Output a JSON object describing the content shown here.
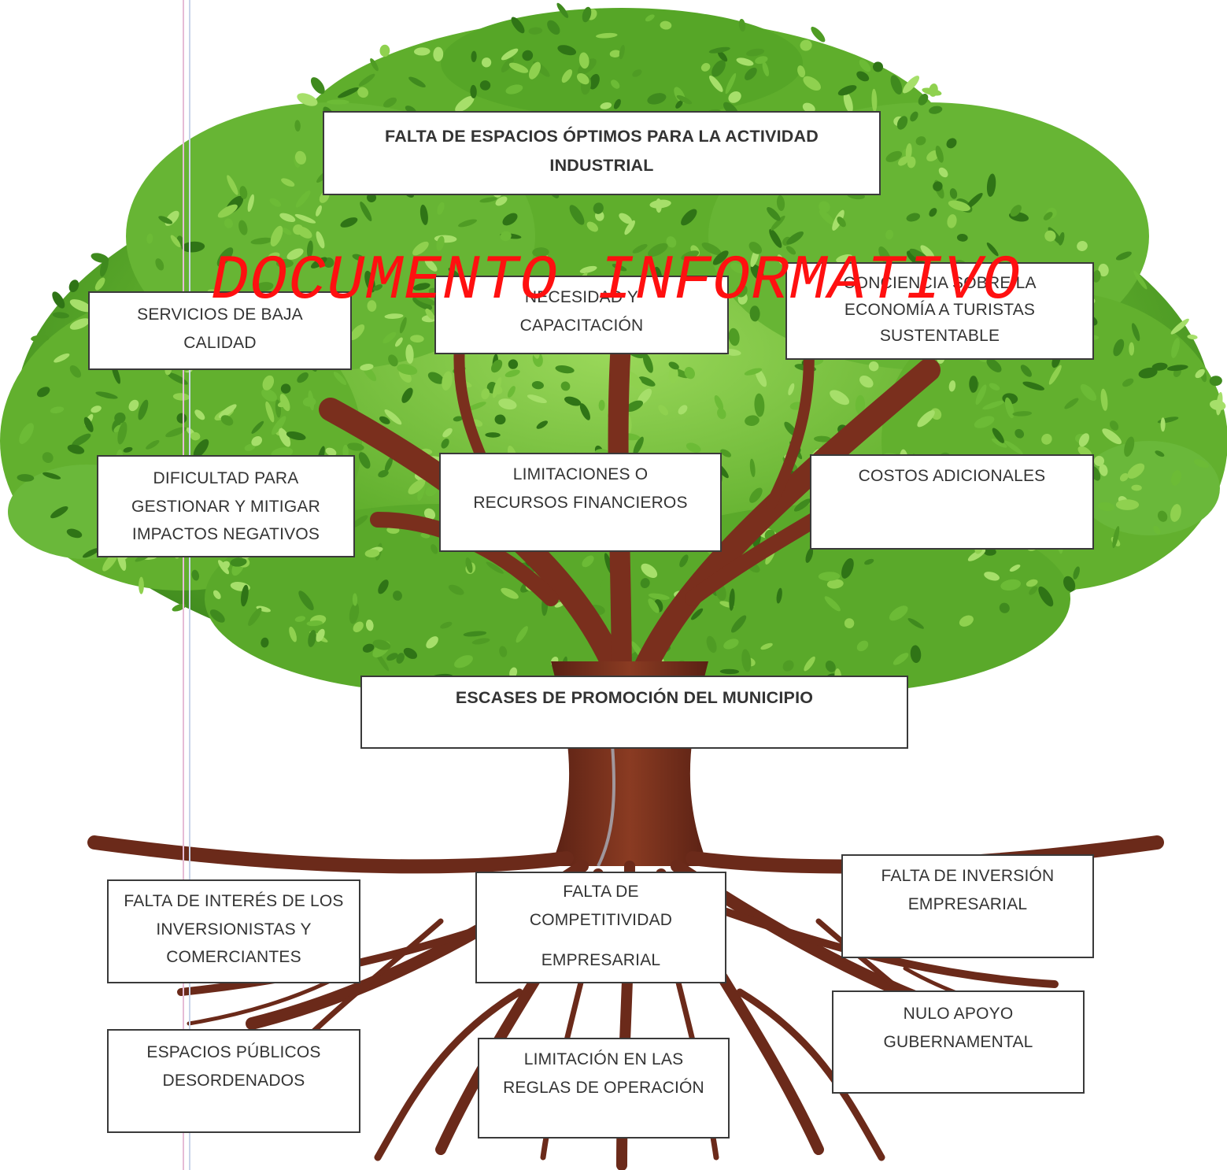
{
  "diagram": {
    "effect_top": [
      "FALTA DE ESPACIOS ÓPTIMOS PARA LA ACTIVIDAD",
      "INDUSTRIAL"
    ],
    "effects": {
      "servicios": [
        "SERVICIOS DE BAJA",
        "CALIDAD"
      ],
      "necesidad": [
        "NECESIDAD Y",
        "CAPACITACIÓN"
      ],
      "conciencia": [
        "CONCIENCIA SOBRE LA",
        "ECONOMÍA A TURISTAS",
        "SUSTENTABLE"
      ],
      "dificultad": [
        "DIFICULTAD PARA",
        "GESTIONAR Y MITIGAR",
        "IMPACTOS NEGATIVOS"
      ],
      "limitaciones": [
        "LIMITACIONES O",
        "RECURSOS FINANCIEROS"
      ],
      "costos": [
        "COSTOS ADICIONALES"
      ]
    },
    "central_problem": [
      "ESCASES DE PROMOCIÓN DEL MUNICIPIO"
    ],
    "causes": {
      "interes": [
        "FALTA DE INTERÉS DE LOS",
        "INVERSIONISTAS Y",
        "COMERCIANTES"
      ],
      "competitividad": [
        "FALTA DE",
        "COMPETITIVIDAD",
        "EMPRESARIAL"
      ],
      "inversion": [
        "FALTA DE INVERSIÓN",
        "EMPRESARIAL"
      ],
      "espacios": [
        "ESPACIOS PÚBLICOS",
        "DESORDENADOS"
      ],
      "reglas": [
        "LIMITACIÓN EN LAS",
        "REGLAS DE OPERACIÓN"
      ],
      "apoyo": [
        "NULO APOYO",
        "GUBERNAMENTAL"
      ]
    }
  },
  "watermark": "DOCUMENTO INFORMATIVO",
  "colors": {
    "foliage_dark": "#3f8a1e",
    "foliage_mid": "#5fae2c",
    "foliage_light": "#8fd14f",
    "trunk": "#6b2a1a",
    "trunk_light": "#8a3b22",
    "watermark": "#ff1010",
    "box_border": "#3a3a3a",
    "margin_line": "#d9a9c9"
  },
  "icons": [
    "tree-illustration"
  ]
}
